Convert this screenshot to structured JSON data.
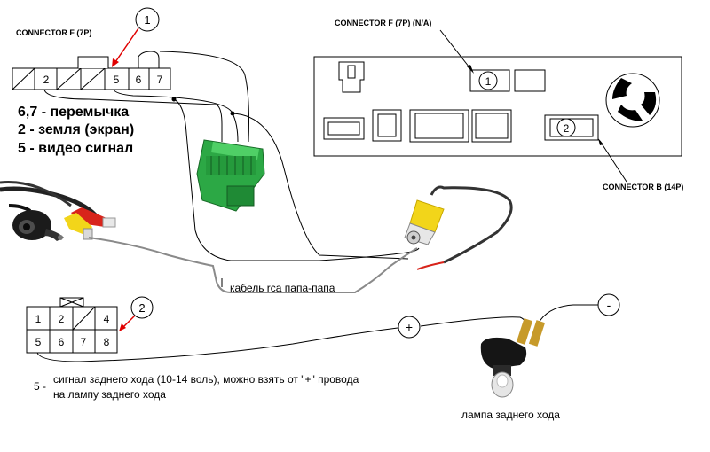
{
  "labels": {
    "connector_f_left": "CONNECTOR F (7P)",
    "connector_f_right": "CONNECTOR F (7P) (N/A)",
    "connector_b": "CONNECTOR B (14P)",
    "note_line1": "6,7 - перемычка",
    "note_line2": "2 - земля (экран)",
    "note_line3": "5 - видео сигнал",
    "rca_cable": "кабель rca папа-папа",
    "footnote_num": "5 -",
    "footnote_text_1": "сигнал заднего хода (10-14 воль), можно взять от \"+\" провода",
    "footnote_text_2": "на лампу заднего хода",
    "lamp": "лампа заднего хода",
    "plus": "+",
    "minus": "-"
  },
  "callouts": {
    "one": "1",
    "two": "2"
  },
  "connector_f_pins": [
    "",
    "2",
    "",
    "",
    "5",
    "6",
    "7"
  ],
  "connector_b_top": [
    "1",
    "2",
    "",
    "4"
  ],
  "connector_b_bottom": [
    "5",
    "6",
    "7",
    "8"
  ],
  "colors": {
    "line": "#000000",
    "callout_arrow": "#e00000",
    "connector_green": "#2ca845",
    "rca_yellow": "#f2d51a",
    "rca_red": "#d8241b",
    "cable_gray": "#8a8a8a"
  }
}
